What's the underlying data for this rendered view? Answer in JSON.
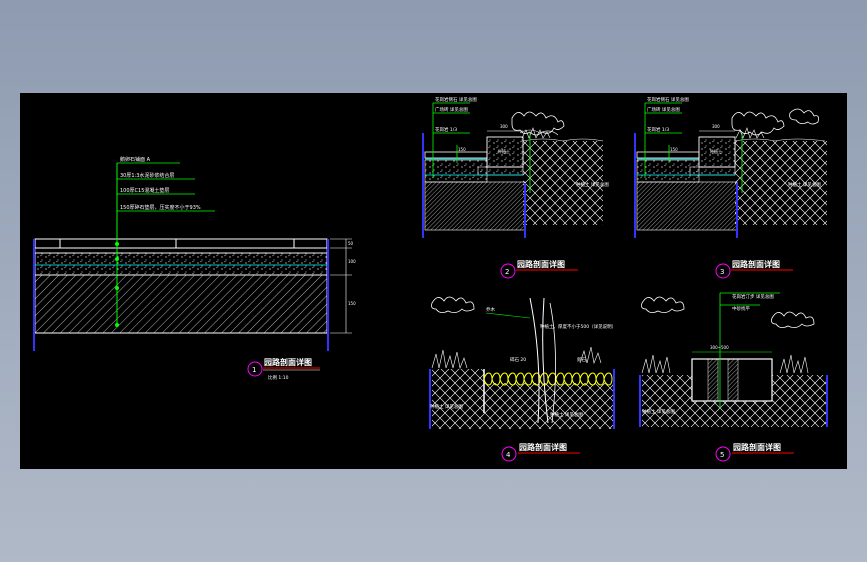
{
  "colors": {
    "background": "#000000",
    "line": "#ffffff",
    "leader": "#00ff00",
    "layer": "#00ffff",
    "title_underline": "#ff0000",
    "circle": "#ff00ff",
    "gravel": "#ffff00",
    "border": "#3333ff"
  },
  "detail1": {
    "labels": [
      "鹅卵石铺面 A",
      "30厚1:3水泥砂浆结合层",
      "100厚C15混凝土垫层",
      "150厚碎石垫层，压实度不小于93%"
    ],
    "dims": [
      "50",
      "100",
      "150"
    ],
    "title": "园路剖面详图",
    "scale": "比例 1:10",
    "number": "1"
  },
  "detail2": {
    "labels": [
      "花岗岩侧石 详见总图",
      "广场砖 详见总图",
      "花岗岩 1/3",
      "种植土"
    ],
    "dims": [
      "300",
      "150"
    ],
    "soil_label": "种植土 详见总图",
    "title": "园路剖面详图",
    "number": "2"
  },
  "detail3": {
    "labels": [
      "花岗岩侧石 详见总图",
      "广场砖 详见总图",
      "花岗岩 1/3",
      "种植土"
    ],
    "dims": [
      "300",
      "150"
    ],
    "soil_label": "种植土 详见总图",
    "title": "园路剖面详图",
    "number": "3"
  },
  "detail4": {
    "labels": [
      "乔木",
      "种植土，厚度不小于500（详见说明）",
      "碎石 20",
      "卵石"
    ],
    "soil_left": "种植土 详见总图",
    "soil_right": "种植土 详见总图",
    "title": "园路剖面详图",
    "number": "4"
  },
  "detail5": {
    "labels": [
      "花岗岩汀步 详见总图",
      "中砂找平"
    ],
    "dim": "300~500",
    "soil_label": "种植土 详见总图",
    "title": "园路剖面详图",
    "number": "5"
  }
}
